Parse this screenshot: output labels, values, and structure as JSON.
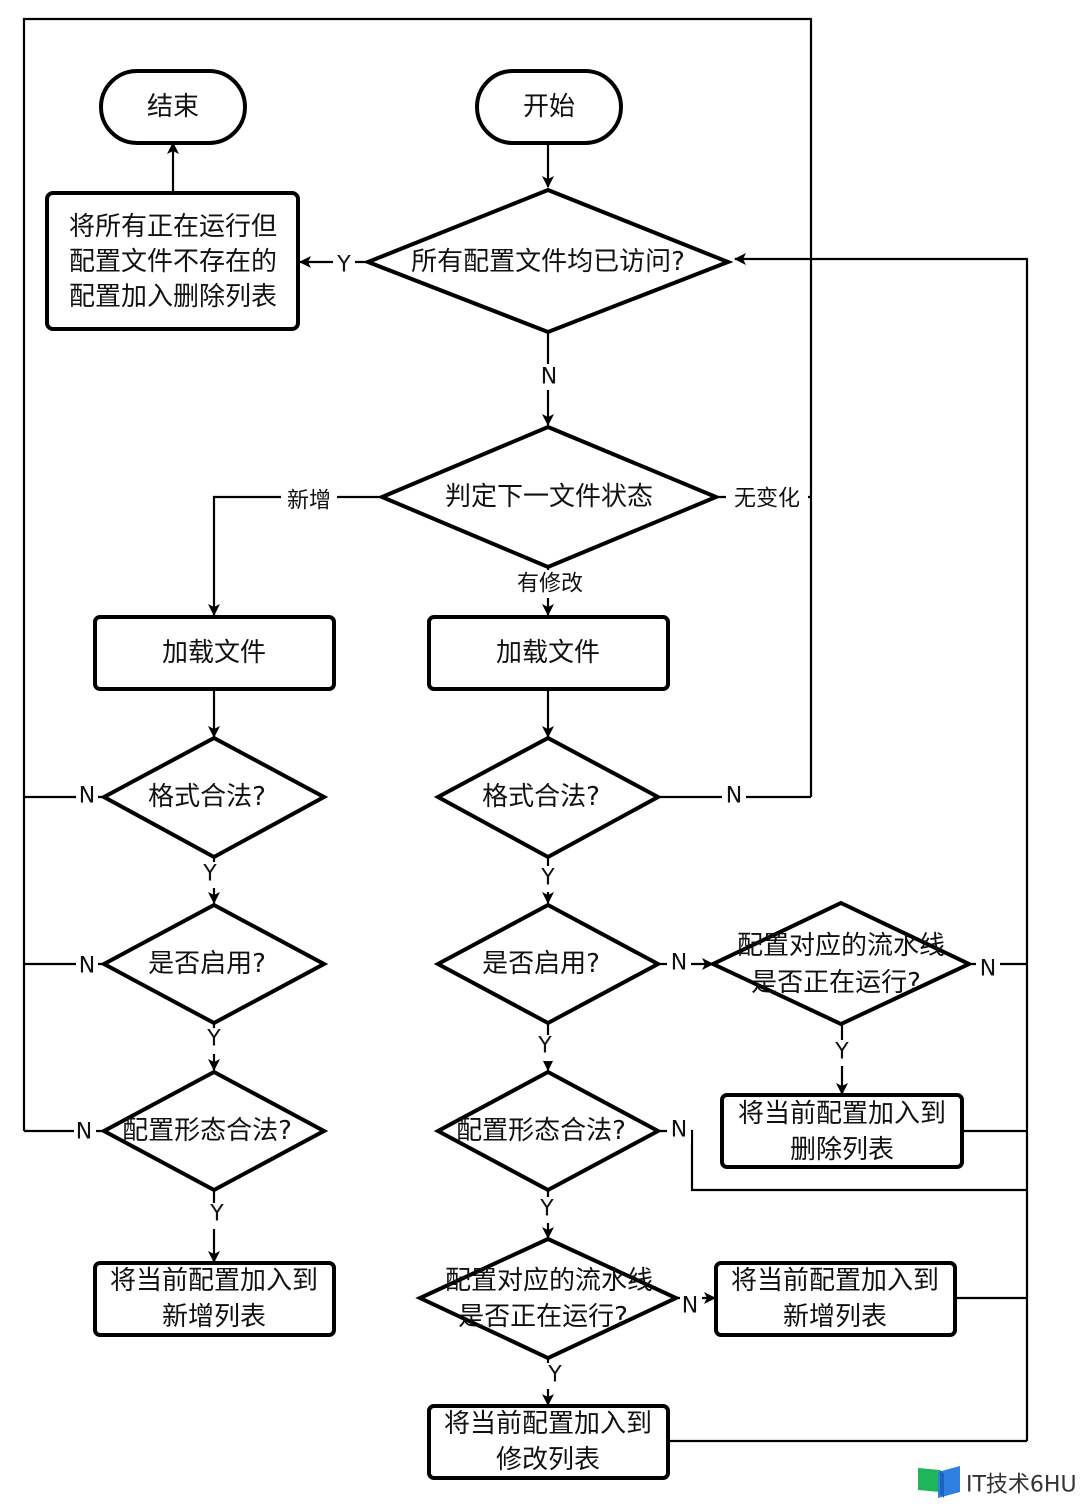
{
  "diagram": {
    "type": "flowchart",
    "nodes": {
      "start": {
        "text": [
          "开始"
        ],
        "shape": "terminal"
      },
      "end": {
        "text": [
          "结束"
        ],
        "shape": "terminal"
      },
      "all_visited": {
        "text": [
          "所有配置文件均已访问?"
        ],
        "shape": "decision"
      },
      "add_running_to_delete": {
        "text": [
          "将所有正在运行但",
          "配置文件不存在的",
          "配置加入删除列表"
        ],
        "shape": "process"
      },
      "file_state": {
        "text": [
          "判定下一文件状态"
        ],
        "shape": "decision"
      },
      "load_file_new": {
        "text": [
          "加载文件"
        ],
        "shape": "process"
      },
      "load_file_mod": {
        "text": [
          "加载文件"
        ],
        "shape": "process"
      },
      "format_valid_new": {
        "text": [
          "格式合法?"
        ],
        "shape": "decision"
      },
      "format_valid_mod": {
        "text": [
          "格式合法?"
        ],
        "shape": "decision"
      },
      "enabled_new": {
        "text": [
          "是否启用?"
        ],
        "shape": "decision"
      },
      "enabled_mod": {
        "text": [
          "是否启用?"
        ],
        "shape": "decision"
      },
      "pipeline_running_disabled": {
        "text": [
          "配置对应的流水线",
          "是否正在运行?"
        ],
        "shape": "decision"
      },
      "add_to_delete_list": {
        "text": [
          "将当前配置加入到",
          "删除列表"
        ],
        "shape": "process"
      },
      "shape_valid_new": {
        "text": [
          "配置形态合法?"
        ],
        "shape": "decision"
      },
      "shape_valid_mod": {
        "text": [
          "配置形态合法?"
        ],
        "shape": "decision"
      },
      "add_to_new_list_left": {
        "text": [
          "将当前配置加入到",
          "新增列表"
        ],
        "shape": "process"
      },
      "pipeline_running_mod": {
        "text": [
          "配置对应的流水线",
          "是否正在运行?"
        ],
        "shape": "decision"
      },
      "add_to_new_list_right": {
        "text": [
          "将当前配置加入到",
          "新增列表"
        ],
        "shape": "process"
      },
      "add_to_modify_list": {
        "text": [
          "将当前配置加入到",
          "修改列表"
        ],
        "shape": "process"
      }
    },
    "edge_labels": {
      "yes": "Y",
      "no": "N",
      "new": "新增",
      "unchanged": "无变化",
      "modified": "有修改"
    }
  },
  "watermark": {
    "text": "IT技术6HU",
    "icon": "book-logo-icon",
    "icon_colors": {
      "green": "#1fb55a",
      "blue": "#2f7fe0"
    }
  }
}
